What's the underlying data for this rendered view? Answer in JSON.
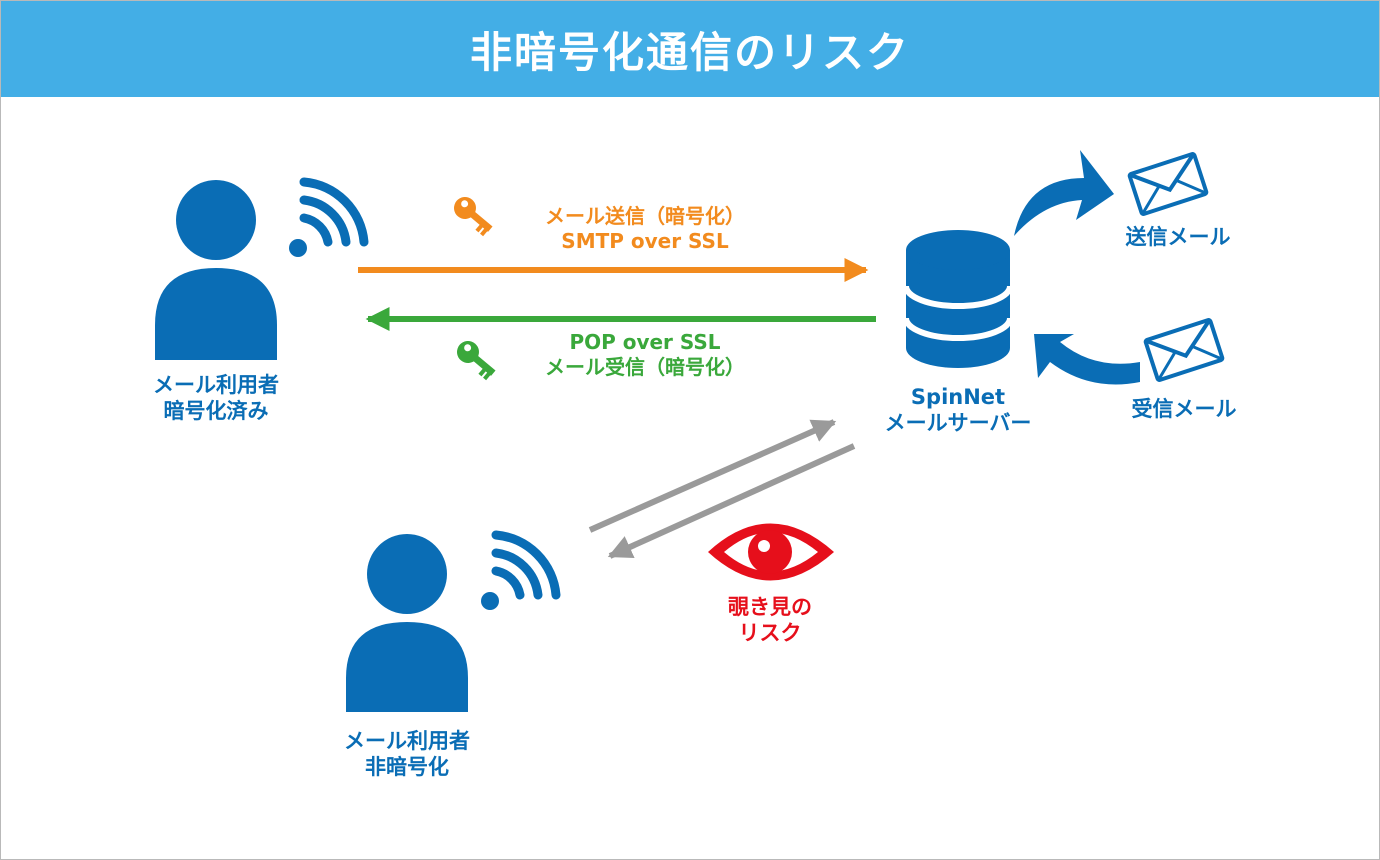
{
  "title": "非暗号化通信のリスク",
  "colors": {
    "header": "#43aee6",
    "primary": "#0a6db5",
    "send": "#f28b1e",
    "receive": "#3aa83b",
    "risk": "#e60f1b",
    "insecure": "#9a9a9a"
  },
  "encrypted_user": {
    "line1": "メール利用者",
    "line2": "暗号化済み",
    "icons": [
      "person-icon",
      "wifi-icon"
    ]
  },
  "unencrypted_user": {
    "line1": "メール利用者",
    "line2": "非暗号化",
    "icons": [
      "person-icon",
      "wifi-icon"
    ]
  },
  "send_flow": {
    "line1": "メール送信（暗号化）",
    "line2": "SMTP over SSL",
    "icon": "key-icon"
  },
  "receive_flow": {
    "line1": "POP over SSL",
    "line2": "メール受信（暗号化）",
    "icon": "key-icon"
  },
  "server": {
    "line1": "SpinNet",
    "line2": "メールサーバー",
    "icon": "database-icon"
  },
  "outgoing_mail": {
    "label": "送信メール",
    "icon": "envelope-icon"
  },
  "incoming_mail": {
    "label": "受信メール",
    "icon": "envelope-icon"
  },
  "risk": {
    "line1": "覗き見の",
    "line2": "リスク",
    "icon": "eye-icon"
  }
}
